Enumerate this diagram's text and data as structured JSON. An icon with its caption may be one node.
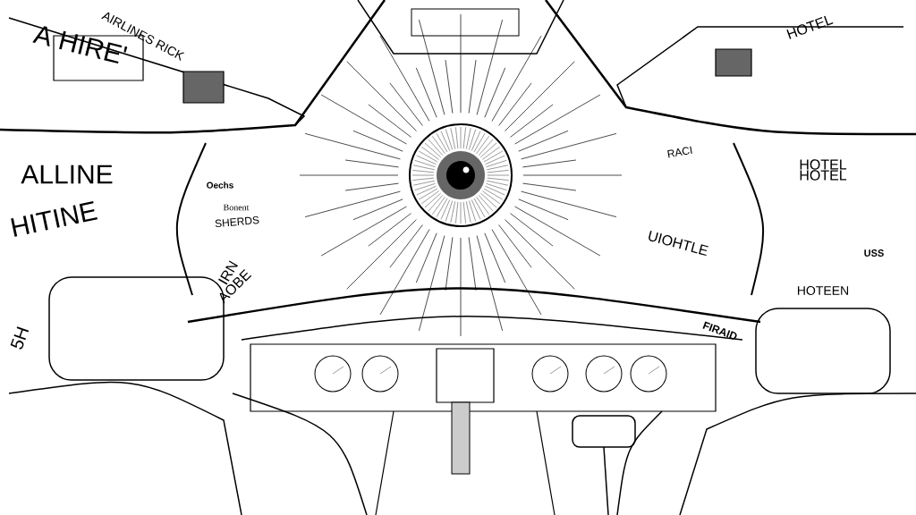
{
  "diagram": {
    "labels": [
      "AIRLINES RICK",
      "A HIRE'",
      "ALLINE",
      "HITINE",
      "5H",
      "Oechs",
      "Bonent",
      "SHERDS",
      "IRN",
      "AOBE",
      "HOTEL",
      "HOTEL HOTEL",
      "UIOHTLE",
      "HOTEEN",
      "USS",
      "RACI",
      "FIRAID"
    ]
  }
}
